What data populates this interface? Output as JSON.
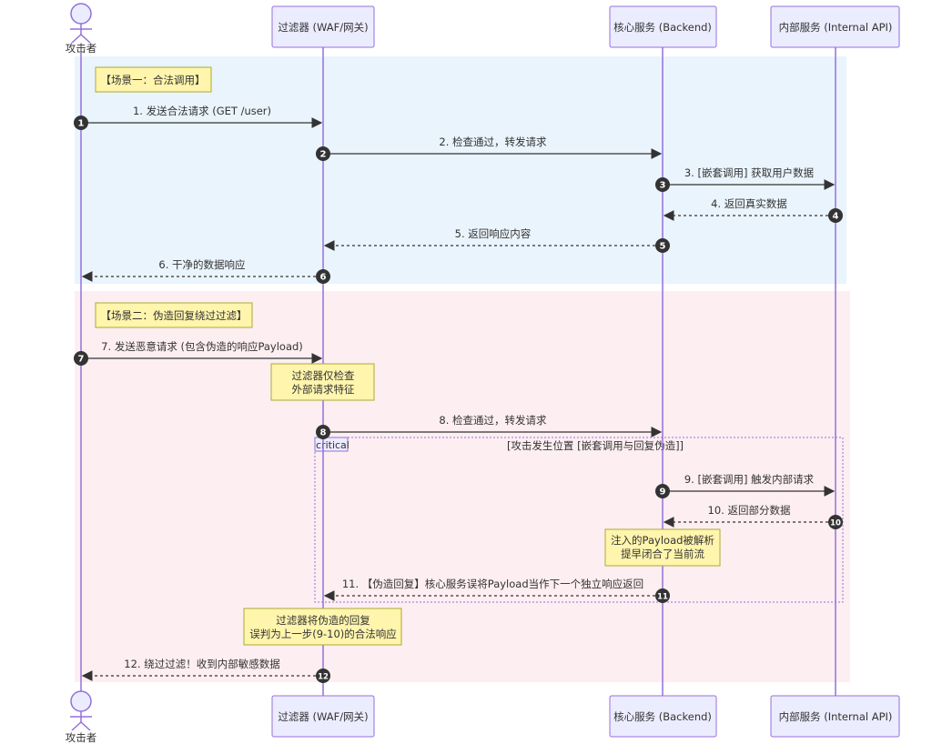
{
  "participants": [
    {
      "id": "attacker",
      "label": "攻击者",
      "kind": "actor"
    },
    {
      "id": "filter",
      "label": "过滤器 (WAF/网关)",
      "kind": "box"
    },
    {
      "id": "backend",
      "label": "核心服务 (Backend)",
      "kind": "box"
    },
    {
      "id": "internal",
      "label": "内部服务 (Internal API)",
      "kind": "box"
    }
  ],
  "scenes": [
    {
      "label": "【场景一：合法调用】",
      "color": "#eaf4fc"
    },
    {
      "label": "【场景二：伪造回复绕过过滤】",
      "color": "#fdeef1"
    }
  ],
  "messages": [
    {
      "num": "1",
      "text": "1. 发送合法请求 (GET /user)",
      "from": "attacker",
      "to": "filter",
      "style": "solid"
    },
    {
      "num": "2",
      "text": "2. 检查通过，转发请求",
      "from": "filter",
      "to": "backend",
      "style": "solid"
    },
    {
      "num": "3",
      "text": "3. [嵌套调用] 获取用户数据",
      "from": "backend",
      "to": "internal",
      "style": "solid"
    },
    {
      "num": "4",
      "text": "4. 返回真实数据",
      "from": "internal",
      "to": "backend",
      "style": "dashed"
    },
    {
      "num": "5",
      "text": "5. 返回响应内容",
      "from": "backend",
      "to": "filter",
      "style": "dashed"
    },
    {
      "num": "6",
      "text": "6. 干净的数据响应",
      "from": "filter",
      "to": "attacker",
      "style": "dashed"
    },
    {
      "num": "7",
      "text": "7. 发送恶意请求 (包含伪造的响应Payload)",
      "from": "attacker",
      "to": "filter",
      "style": "solid"
    },
    {
      "num": "8",
      "text": "8. 检查通过，转发请求",
      "from": "filter",
      "to": "backend",
      "style": "solid"
    },
    {
      "num": "9",
      "text": "9. [嵌套调用] 触发内部请求",
      "from": "backend",
      "to": "internal",
      "style": "solid"
    },
    {
      "num": "10",
      "text": "10. 返回部分数据",
      "from": "internal",
      "to": "backend",
      "style": "dashed"
    },
    {
      "num": "11",
      "text": "11. 【伪造回复】核心服务误将Payload当作下一个独立响应返回",
      "from": "backend",
      "to": "filter",
      "style": "dashed"
    },
    {
      "num": "12",
      "text": "12. 绕过过滤！收到内部敏感数据",
      "from": "filter",
      "to": "attacker",
      "style": "dashed"
    }
  ],
  "notes": [
    {
      "lines": [
        "过滤器仅检查",
        "外部请求特征"
      ]
    },
    {
      "lines": [
        "注入的Payload被解析",
        "提早闭合了当前流"
      ]
    },
    {
      "lines": [
        "过滤器将伪造的回复",
        "误判为上一步(9-10)的合法响应"
      ]
    }
  ],
  "critical": {
    "keyword": "critical",
    "label": "[攻击发生位置 [嵌套调用与回复伪造]]"
  },
  "colors": {
    "lifeline": "#9370db",
    "participant_fill": "#ececff",
    "participant_stroke": "#9370db",
    "note_fill": "#fff5ad",
    "note_stroke": "#aaaa33",
    "arrow": "#333333",
    "badge": "#333333"
  }
}
